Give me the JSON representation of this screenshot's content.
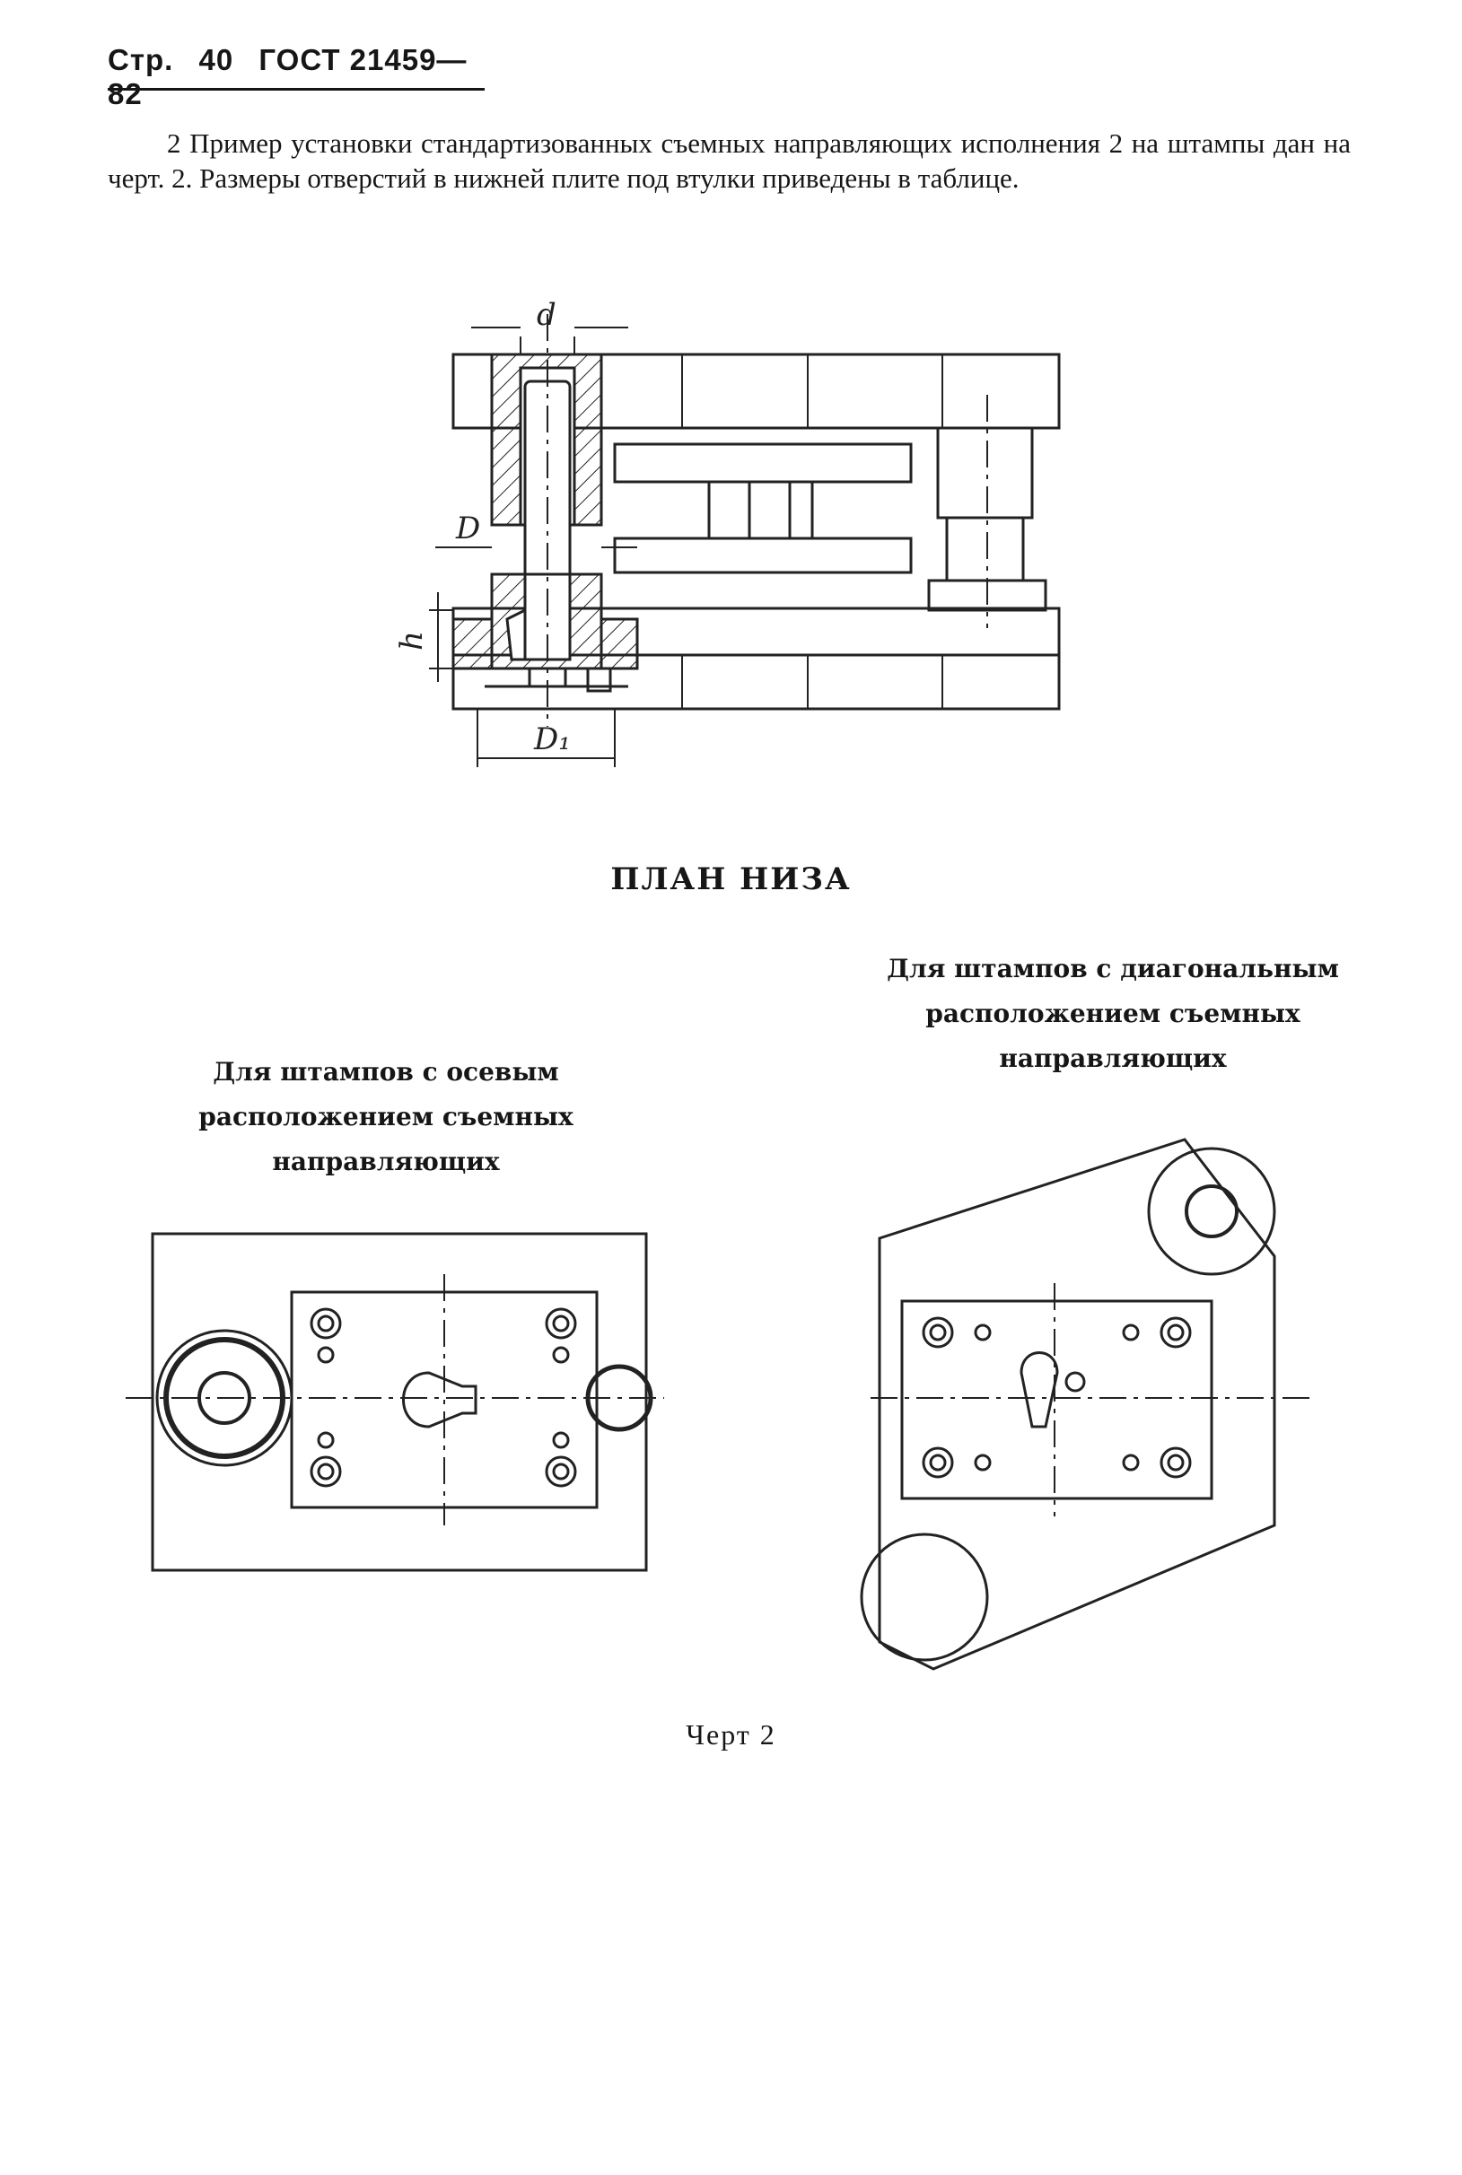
{
  "header": {
    "page_prefix": "Стр.",
    "page_number": "40",
    "standard": "ГОСТ 21459—82"
  },
  "paragraph": {
    "text": "2 Пример установки стандартизованных съемных направляющих исполнения 2 на штампы дан на черт. 2. Размеры отверстий в нижней плите под втулки приведены в таблице."
  },
  "top_drawing": {
    "dim_d": "d",
    "dim_D": "D",
    "dim_h": "h",
    "dim_D1": "D₁"
  },
  "section_title": "ПЛАН НИЗА",
  "captions": {
    "left": "Для штампов с осевым расположением съемных направляющих",
    "right": "Для штампов с диагональным расположением съемных направляющих"
  },
  "figure_label": "Черт 2"
}
